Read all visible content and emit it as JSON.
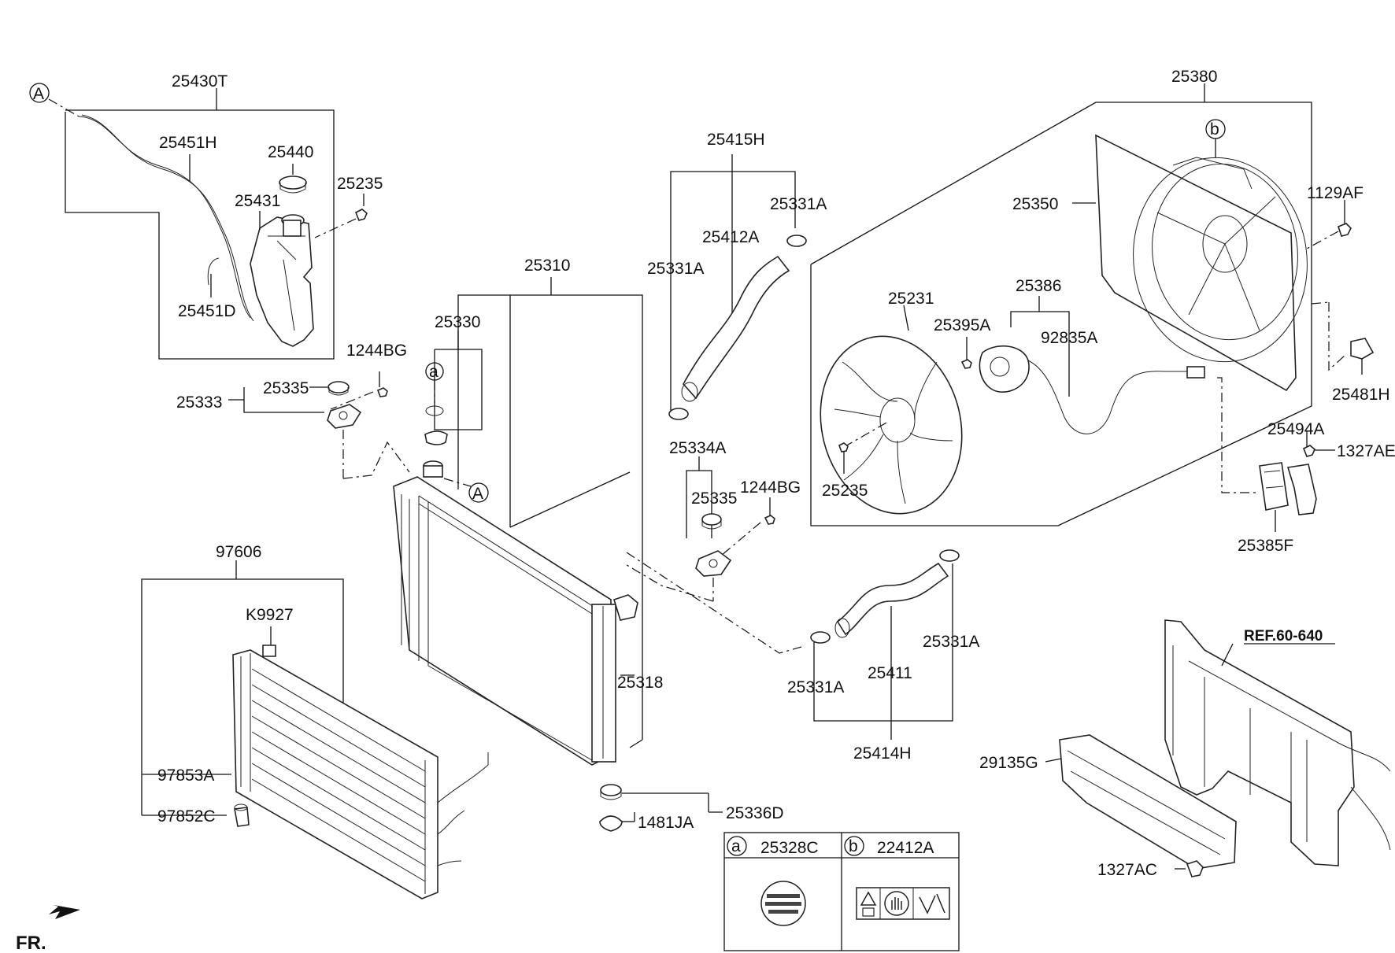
{
  "title": "",
  "orientation": "FR.",
  "reference": "REF.60-640",
  "callouts": {
    "A": "A",
    "a": "a",
    "b": "b"
  },
  "parts": {
    "p25430T": "25430T",
    "p25451H": "25451H",
    "p25440": "25440",
    "p25235_top": "25235",
    "p25431": "25431",
    "p25451D": "25451D",
    "p1244BG_left": "1244BG",
    "p25335_left": "25335",
    "p25333": "25333",
    "p25330": "25330",
    "p25310": "25310",
    "p25415H": "25415H",
    "p25331A_1": "25331A",
    "p25412A": "25412A",
    "p25331A_2": "25331A",
    "p25380": "25380",
    "p25350": "25350",
    "p1129AF": "1129AF",
    "p25231": "25231",
    "p25395A": "25395A",
    "p25386": "25386",
    "p92835A": "92835A",
    "p25481H": "25481H",
    "p25494A": "25494A",
    "p1327AE": "1327AE",
    "p25235_fan": "25235",
    "p25385F": "25385F",
    "p25334A": "25334A",
    "p25335_mid": "25335",
    "p1244BG_mid": "1244BG",
    "p97606": "97606",
    "pK9927": "K9927",
    "p25318": "25318",
    "p25331A_3": "25331A",
    "p25331A_4": "25331A",
    "p25411": "25411",
    "p25414H": "25414H",
    "p97853A": "97853A",
    "p97852C": "97852C",
    "p1481JA": "1481JA",
    "p25336D": "25336D",
    "p29135G": "29135G",
    "p1327AC": "1327AC"
  },
  "legend": {
    "a_part": "25328C",
    "b_part": "22412A"
  }
}
